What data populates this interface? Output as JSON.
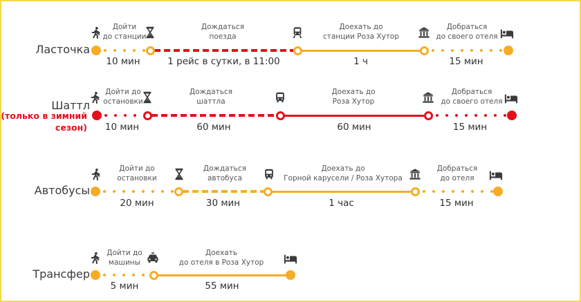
{
  "colors": {
    "yellow": "#f5ad25",
    "red": "#e3101a",
    "frame": "#f5d94a",
    "icon": "#3a3a3a"
  },
  "routes": [
    {
      "name": "Ласточка",
      "segments": [
        {
          "icon": "walk-icon",
          "description": "Дойти\nдо станции",
          "duration": "10 мин",
          "style": "dotted"
        },
        {
          "icon": "hourglass-icon",
          "description": "Дождаться\nпоезда",
          "duration": "1 рейс в сутки, в 11:00",
          "style": "dashed"
        },
        {
          "icon": "train-icon",
          "description": "Доехать до\nстанции Роза Хутор",
          "duration": "1 ч",
          "style": "solid"
        },
        {
          "icon": "station-icon",
          "description": "Добраться\nдо своего отеля",
          "duration": "15 мин",
          "style": "dotted"
        }
      ],
      "end_icon": "bed-icon"
    },
    {
      "name": "Шаттл",
      "note": "(только в зимний\nсезон)",
      "segments": [
        {
          "icon": "walk-icon",
          "description": "Дойти до\nостановки",
          "duration": "10 мин",
          "style": "dotted"
        },
        {
          "icon": "hourglass-icon",
          "description": "Дождаться\nшаттла",
          "duration": "60 мин",
          "style": "dashed"
        },
        {
          "icon": "bus-icon",
          "description": "Доехать до\nРоза Хутор",
          "duration": "60 мин",
          "style": "solid"
        },
        {
          "icon": "station-icon",
          "description": "Добраться\nдо своего отеля",
          "duration": "15 мин",
          "style": "dotted"
        }
      ],
      "end_icon": "bed-icon"
    },
    {
      "name": "Автобусы",
      "segments": [
        {
          "icon": "walk-icon",
          "description": "Дойти до\nостановки",
          "duration": "20 мин",
          "style": "dotted"
        },
        {
          "icon": "hourglass-icon",
          "description": "Дождаться\nавтобуса",
          "duration": "30 мин",
          "style": "dashed"
        },
        {
          "icon": "bus-icon",
          "description": "Доехать до\nГорной карусели / Роза Хутора",
          "duration": "1 час",
          "style": "solid"
        },
        {
          "icon": "station-icon",
          "description": "Добраться\nдо отеля",
          "duration": "15 мин",
          "style": "dotted"
        }
      ],
      "end_icon": "bed-icon"
    },
    {
      "name": "Трансфер",
      "segments": [
        {
          "icon": "walk-icon",
          "description": "Дойти до\nмашины",
          "duration": "5 мин",
          "style": "dotted"
        },
        {
          "icon": "taxi-icon",
          "description": "Доехать\nдо отеля в Роза Хутор",
          "duration": "55 мин",
          "style": "solid"
        }
      ],
      "end_icon": "bed-icon"
    }
  ]
}
